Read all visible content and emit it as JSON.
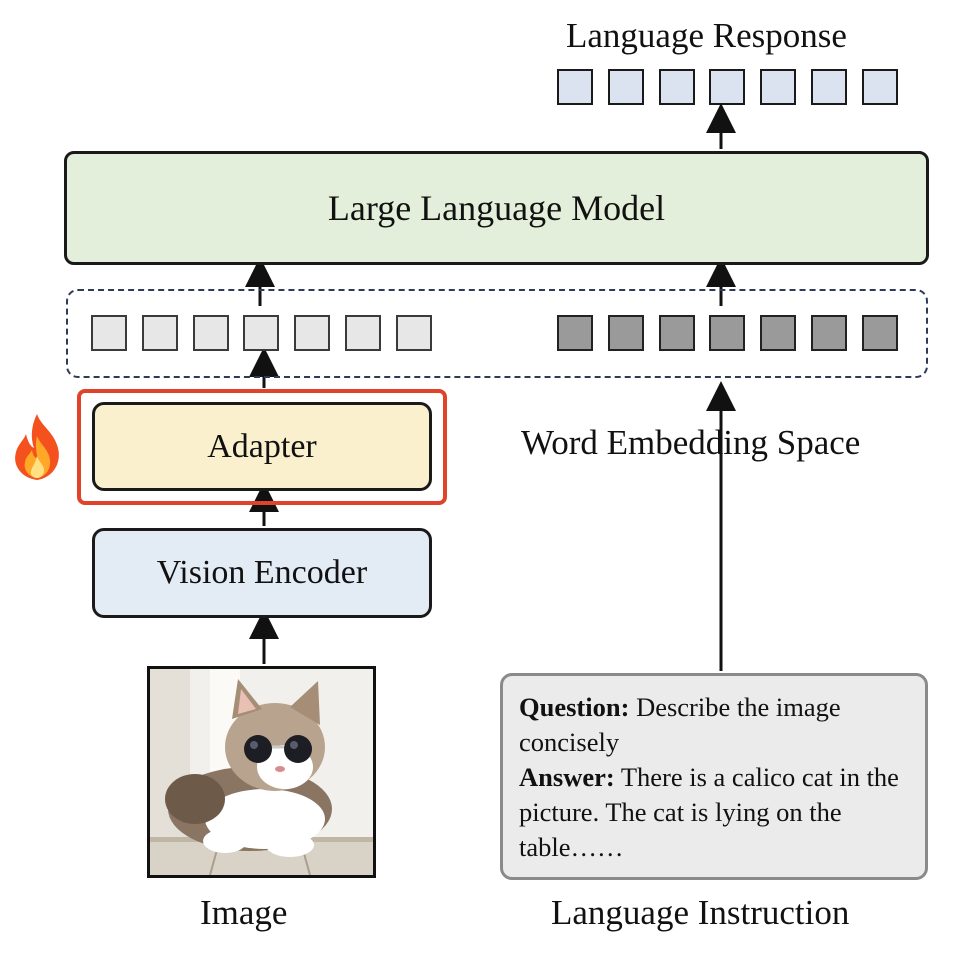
{
  "labels": {
    "language_response": "Language Response",
    "llm": "Large Language Model",
    "adapter": "Adapter",
    "vision_encoder": "Vision Encoder",
    "word_embedding_space": "Word Embedding Space",
    "image": "Image",
    "language_instruction": "Language Instruction"
  },
  "instruction": {
    "question_label": "Question:",
    "question_text": " Describe the image concisely",
    "answer_label": "Answer:",
    "answer_text": " There is a calico cat in the picture. The cat is lying on the table……"
  },
  "tokens": {
    "response_count": 7,
    "visual_count": 7,
    "word_count": 7
  },
  "icons": {
    "trainable": "fire-icon"
  },
  "colors": {
    "llm_fill": "#e3efda",
    "adapter_fill": "#fbf0cd",
    "vision_fill": "#e3ebf5",
    "highlight": "#e0432a",
    "response_token": "#dbe3f1",
    "visual_token": "#e7e7e7",
    "word_token": "#9a9a9a"
  }
}
